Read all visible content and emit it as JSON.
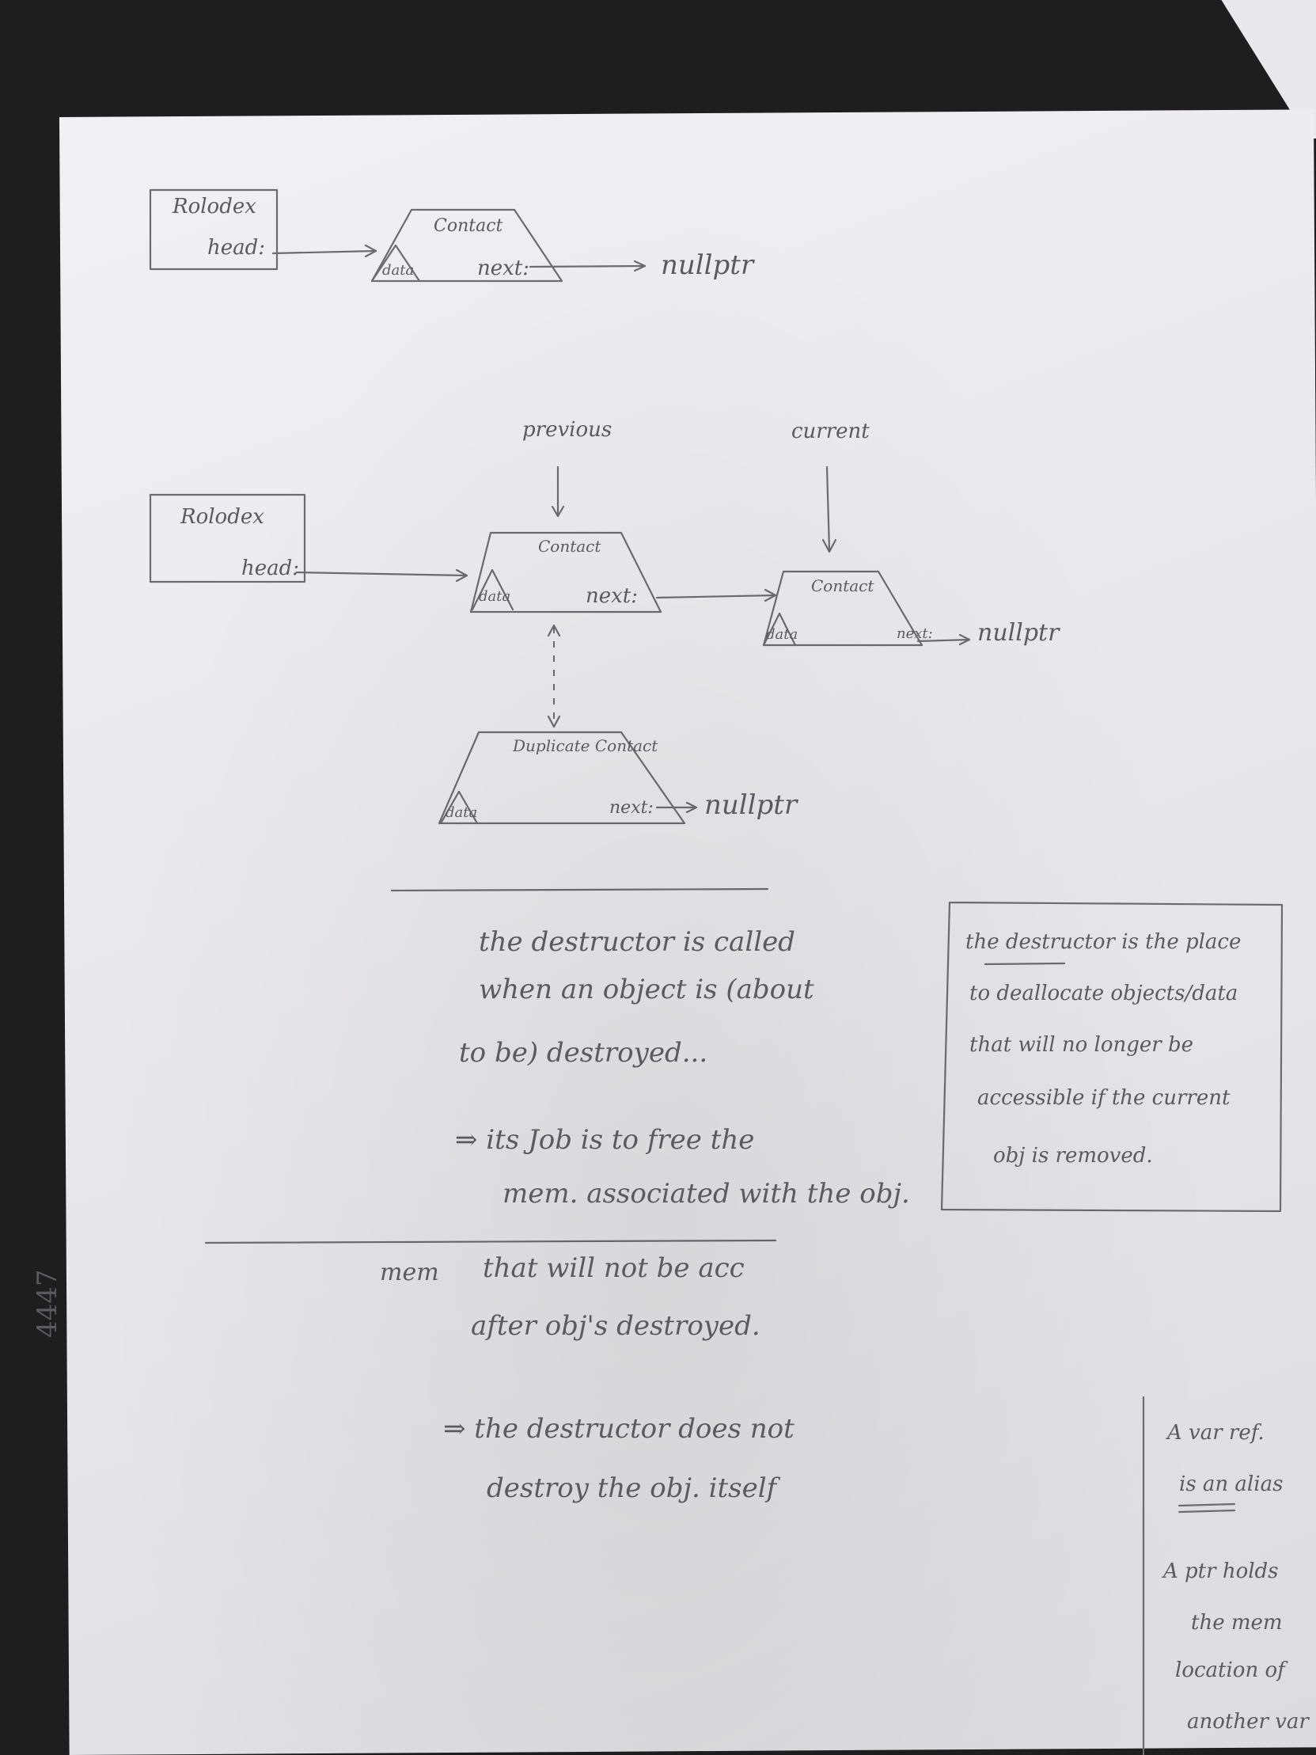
{
  "diagram1": {
    "rolodex_label": "Rolodex",
    "head_label": "head:",
    "contact_label": "Contact",
    "data_label": "data",
    "next_label": "next:",
    "null_label": "nullptr"
  },
  "diagram2": {
    "previous_label": "previous",
    "current_label": "current",
    "rolodex_label": "Rolodex",
    "head_label": "head:",
    "contact1_label": "Contact",
    "contact1_data": "data",
    "contact1_next": "next:",
    "contact2_label": "Contact",
    "contact2_data": "data",
    "contact2_next": "next:",
    "contact2_null": "nullptr",
    "duplicate_label": "Duplicate Contact",
    "duplicate_data": "data",
    "duplicate_next": "next:",
    "duplicate_null": "nullptr"
  },
  "notes": {
    "main": [
      "the destructor is called",
      "when an object is (about",
      "to be) destroyed...",
      "⇒ its Job is to free the",
      "mem. associated with the obj."
    ],
    "mem_prefix": "mem",
    "mem_lines": [
      "that will not be acc",
      "after obj's destroyed."
    ],
    "destructor_lines": [
      "⇒ the destructor does not",
      "destroy the obj. itself"
    ]
  },
  "box_note": [
    "the destructor is the place",
    "to deallocate objects/data",
    "that will no longer be",
    "accessible if the current",
    "obj is removed."
  ],
  "side_note": {
    "ref_lines": [
      "A var ref.",
      "is an alias"
    ],
    "ptr_lines": [
      "A ptr holds",
      "the mem",
      "location of",
      "another var"
    ]
  },
  "margin_number": "4447"
}
